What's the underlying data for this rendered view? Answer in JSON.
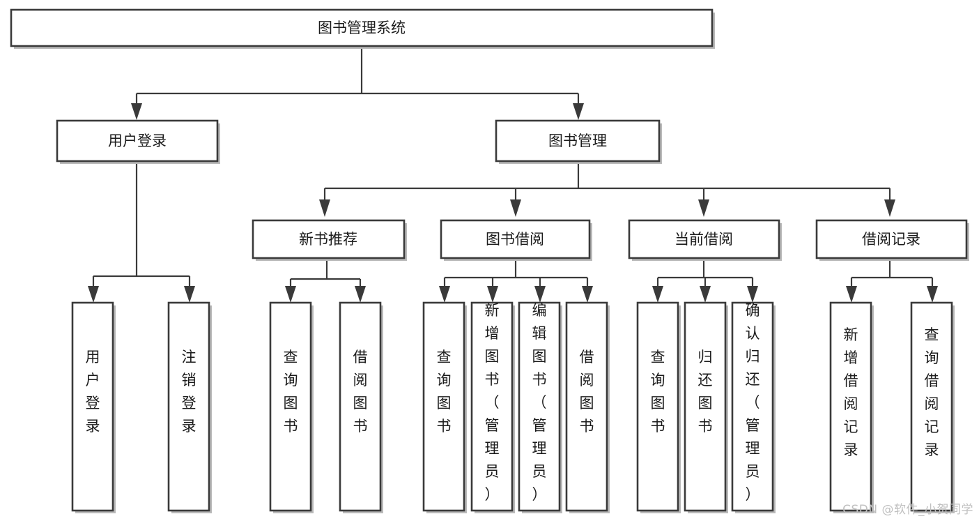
{
  "diagram": {
    "type": "tree-hierarchy",
    "title": "图书管理系统",
    "watermark": "CSDN @软件_小贺同学",
    "colors": {
      "box_stroke": "#3a3a3a",
      "box_fill": "#ffffff",
      "connector": "#3a3a3a",
      "text": "#1b1b1b",
      "watermark": "#c0c0c0",
      "background": "#ffffff"
    },
    "root": {
      "label": "图书管理系统"
    },
    "level2": [
      {
        "label": "用户登录"
      },
      {
        "label": "图书管理"
      }
    ],
    "level3": [
      {
        "label": "新书推荐"
      },
      {
        "label": "图书借阅"
      },
      {
        "label": "当前借阅"
      },
      {
        "label": "借阅记录"
      }
    ],
    "leaves": {
      "user_login": [
        {
          "label": "用户登录"
        },
        {
          "label": "注销登录"
        }
      ],
      "new_book_recommend": [
        {
          "label": "查询图书"
        },
        {
          "label": "借阅图书"
        }
      ],
      "book_borrow": [
        {
          "label": "查询图书"
        },
        {
          "label": "新增图书（管理员）"
        },
        {
          "label": "编辑图书（管理员）"
        },
        {
          "label": "借阅图书"
        }
      ],
      "current_borrow": [
        {
          "label": "查询图书"
        },
        {
          "label": "归还图书"
        },
        {
          "label": "确认归还（管理员）"
        }
      ],
      "borrow_record": [
        {
          "label": "新增借阅记录"
        },
        {
          "label": "查询借阅记录"
        }
      ]
    }
  }
}
